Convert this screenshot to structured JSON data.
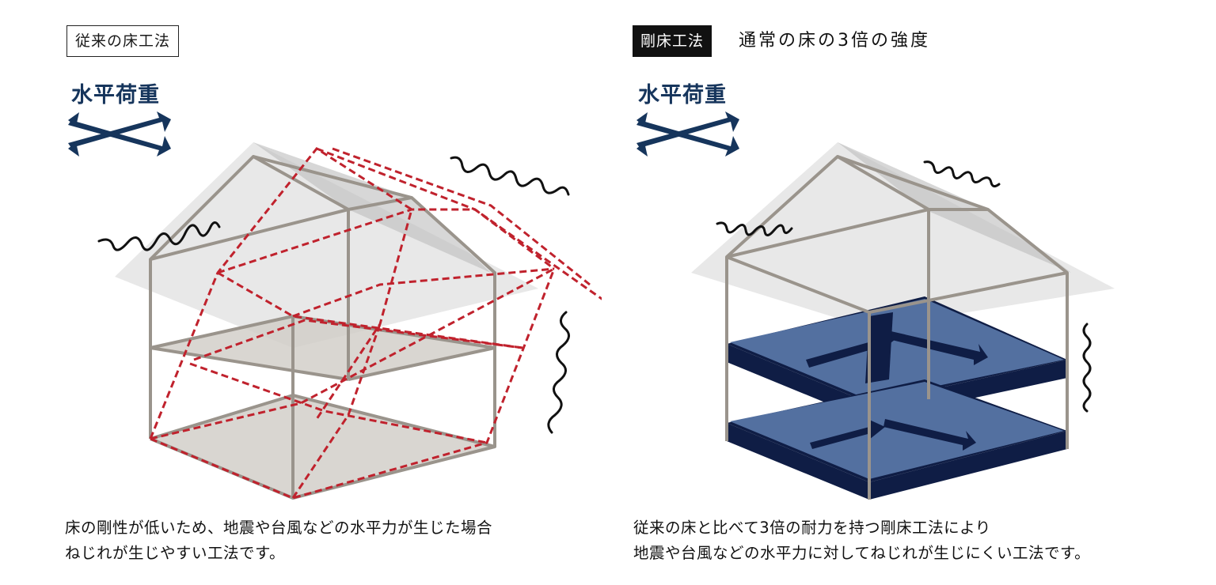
{
  "left": {
    "tag": "従来の床工法",
    "load_label": "水平荷重",
    "caption_lines": [
      "床の剛性が低いため、地震や台風などの水平力が生じた場合",
      "ねじれが生じやすい工法です。"
    ]
  },
  "right": {
    "tag": "剛床工法",
    "tag_sub": "通常の床の3倍の強度",
    "load_label": "水平荷重",
    "caption_lines": [
      "従来の床と比べて3倍の耐力を持つ剛床工法により",
      "地震や台風などの水平力に対してねじれが生じにくい工法です。"
    ]
  },
  "colors": {
    "navy": "#16355c",
    "frame": "#9a948c",
    "roof": "#c9c9c9",
    "distort": "#c0222d",
    "floor_fill": "#5370a0",
    "floor_edge": "#0f1d45"
  },
  "icons": {
    "load_arrows": "crossed-double-arrow-icon",
    "wave": "wavy-line-icon"
  }
}
